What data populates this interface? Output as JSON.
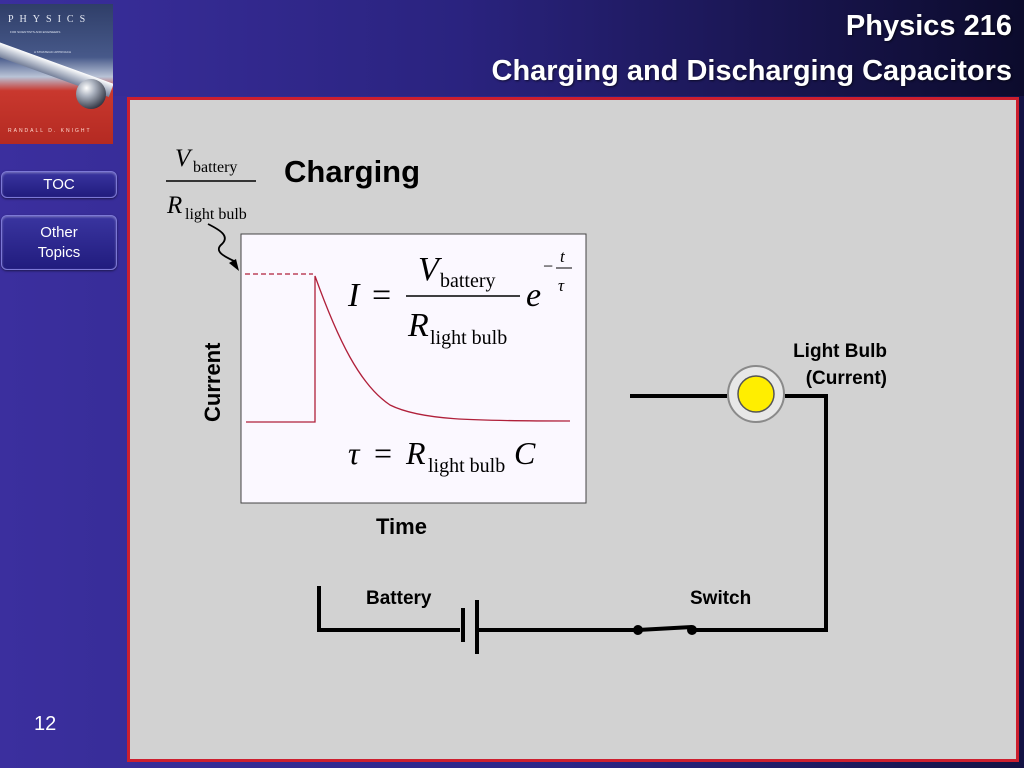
{
  "header": {
    "course": "Physics 216",
    "title": "Charging and Discharging Capacitors"
  },
  "book_cover": {
    "title": "PHYSICS",
    "subtitle": "FOR SCIENTISTS AND ENGINEERS",
    "tagline": "A STRATEGIC APPROACH",
    "author": "RANDALL D. KNIGHT"
  },
  "nav": {
    "toc_label": "TOC",
    "other_topics_label": "Other\nTopics"
  },
  "page_number": "12",
  "slide": {
    "heading": "Charging",
    "x_axis_label": "Time",
    "y_axis_label": "Current",
    "battery_label": "Battery",
    "switch_label": "Switch",
    "bulb_label": "Light Bulb\n(Current)"
  },
  "formula_initial": {
    "numerator": "V",
    "numerator_sub": "battery",
    "denominator": "R",
    "denominator_sub": "light bulb"
  },
  "formula_current": {
    "lhs": "I",
    "eq": "=",
    "numerator": "V",
    "numerator_sub": "battery",
    "denominator": "R",
    "denominator_sub": "light bulb",
    "exp_base": "e",
    "exp_sign": "−",
    "exp_num": "t",
    "exp_den": "τ"
  },
  "formula_tau": {
    "lhs": "τ",
    "eq": "=",
    "r": "R",
    "r_sub": "light bulb",
    "c": "C"
  },
  "colors": {
    "background": "#2b2586",
    "content_bg": "#d2d2d2",
    "content_border": "#cc1f2e",
    "curve": "#b0203a",
    "bulb": "#ffee00"
  }
}
